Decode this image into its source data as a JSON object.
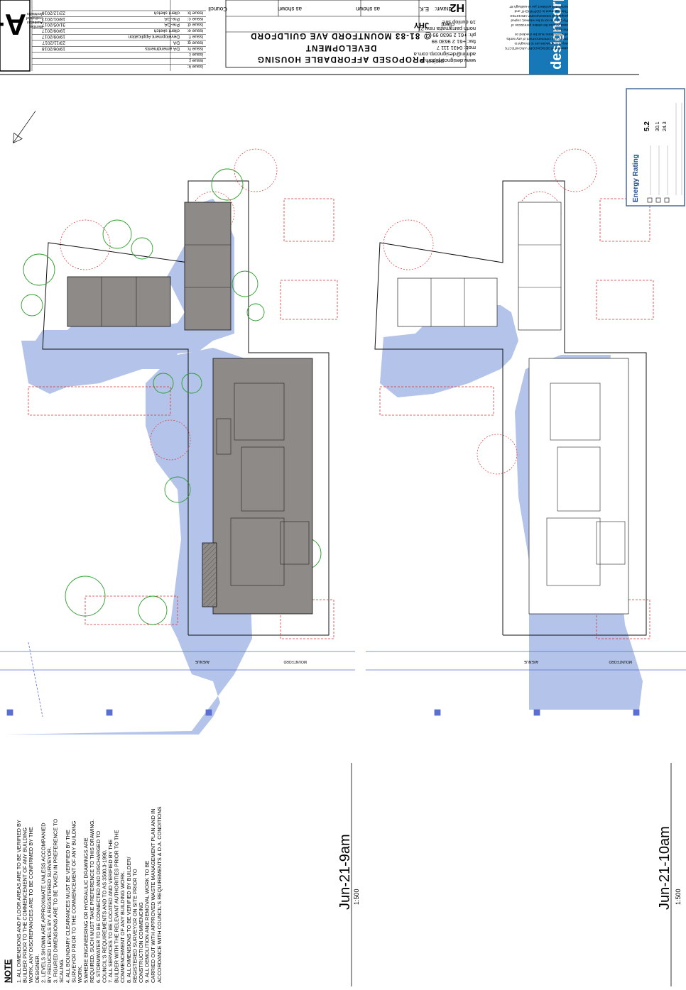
{
  "notes": {
    "heading": "NOTE",
    "lines": [
      "1. ALL DIMENSIONS AND FLOOR AREAS ARE TO BE VERIFIED BY",
      "BUILDER PRIOR TO THE COMMENCEMENT OF ANY BUILDING",
      "WORK, ANY DISCREPANCIES ARE TO BE CONFIRMED BY THE",
      "DESIGNER.",
      "2. LEVELS SHOWN ARE APPROXIMATE UNLESS ACCOMPANIED",
      "BY REDUCED LEVELS BY A REGISTERED SURVEYOR.",
      "3. FIGURED DIMENSIONS ARE TO BE TAKEN IN PREFERENCE TO",
      "SCALING.",
      "4. ALL BOUNDARY CLEARANCES MUST BE VERIFIED BY THE",
      "SURVEYOR PRIOR TO THE COMMENCEMENT OF ANY BUILDING",
      "WORK.",
      "5.WHERE ENGINEERING OR HYDRAULIC DRAWINGS ARE",
      "REQUIRED, SUCH MUST TAKE PREFERENCE TO THIS DRAWING.",
      "6. STORMWATER TO BE CONNECTED AND DISCHARGED TO",
      "COUNCIL'S REQUIREMENTS AND TO AS 3500.3-1990.",
      "7. ALL SERVICES TO BE LOCATED AND VERIFIED BY THE",
      "BUILDER WITH THE RELEVANT AUTHORITIES PRIOR TO THE",
      "COMMENCEMENT OF ANY BUILDING WORK.",
      "8. ALL DIMENSIONS TO BE VERIFIED BY BUILDER/",
      "REGISTERED SURVEYOR ON SITE PRIOR TO",
      "CONSTRUCTION COMMENCING",
      "9. ALL DEMOLITION AND REMOVAL WORK TO BE",
      "CARRIED OUT WITH APPROVED WASTE MANAGEMENT PLAN AND IN",
      "ACCORDANCE WITH COUNCIL'S REQUIREMENTS & D.A. CONDITIONS"
    ]
  },
  "plans": [
    {
      "title": "Jun-21-9am",
      "scale": "1:500",
      "street1": "AVENUE",
      "street2": "MOUNTFORD"
    },
    {
      "title": "Jun-21-10am",
      "scale": "1:500",
      "street1": "AVENUE",
      "street2": "MOUNTFORD"
    }
  ],
  "title_block": {
    "project_label": "project",
    "project_lines": [
      "PROPOSED AFFORDABLE HOUSING",
      "DEVELOPMENT",
      "@ 81-83 MOUNTFORD AVE GUILDFORD"
    ],
    "client_label": "client",
    "client": "JHY",
    "drawn_label": "drawn:",
    "drawn": "E.K.",
    "scale_label": "scale:",
    "scale": "as shown",
    "council": "Council",
    "sheet_prefix": "H2",
    "firm_name": "designcorp",
    "firm_sub": "ARCHITECTS",
    "address_lines": [
      "16 dunlop stre",
      "north parramatta nsw 21",
      "ph: +61 2 9630 99",
      "fax: +61 2 9630 99",
      "mob: 0431 111 7",
      "admin@designcorp.com.a",
      "www.designcorp.com.a"
    ],
    "copyright_lines": [
      "nominated architect: joe el-sabbagh 87",
      "This document is COPYRIGHT and",
      "property of DESIGNCORP ARCHITEC",
      "Pty Ltd. It is not to be retained, copied",
      "used without the written permission of",
      "the author.",
      "All dimensions must be checked on",
      "prior to the commencement of any works",
      "Any discrepancies are to brought to",
      "attention of DESIGNCORP ARCHITECTS"
    ],
    "member_lines": [
      "Member",
      "Australian",
      "Institute of",
      "Architects"
    ],
    "logo_text": "A+"
  },
  "issues": [
    {
      "label": "issue k:",
      "desc": "",
      "date": ""
    },
    {
      "label": "issue j:",
      "desc": "",
      "date": ""
    },
    {
      "label": "issue i:",
      "desc": "",
      "date": ""
    },
    {
      "label": "issue h:",
      "desc": "DA amendments",
      "date": "19/06/2018"
    },
    {
      "label": "issue g:",
      "desc": "DA",
      "date": "23/11/2017"
    },
    {
      "label": "issue f:",
      "desc": "Development Application",
      "date": "19/09/2017"
    },
    {
      "label": "issue e:",
      "desc": "client sketch",
      "date": "19/09/2017"
    },
    {
      "label": "issue d:",
      "desc": "Pre-DA",
      "date": "31/05/2017"
    },
    {
      "label": "issue c:",
      "desc": "Pre-DA",
      "date": "18/01/2017"
    },
    {
      "label": "issue b:",
      "desc": "client sketch",
      "date": "22/12/2016"
    }
  ],
  "energy": {
    "title": "Energy Rating",
    "rating": "5.2",
    "v1": "30.1",
    "v2": "24.3"
  },
  "north_label": "N",
  "colors": {
    "shadow": "#b3c3e9",
    "building": "#8e8a87",
    "tree": "#2c9e2c",
    "boundary": "#dd3333",
    "road": "#5a6fd0"
  }
}
